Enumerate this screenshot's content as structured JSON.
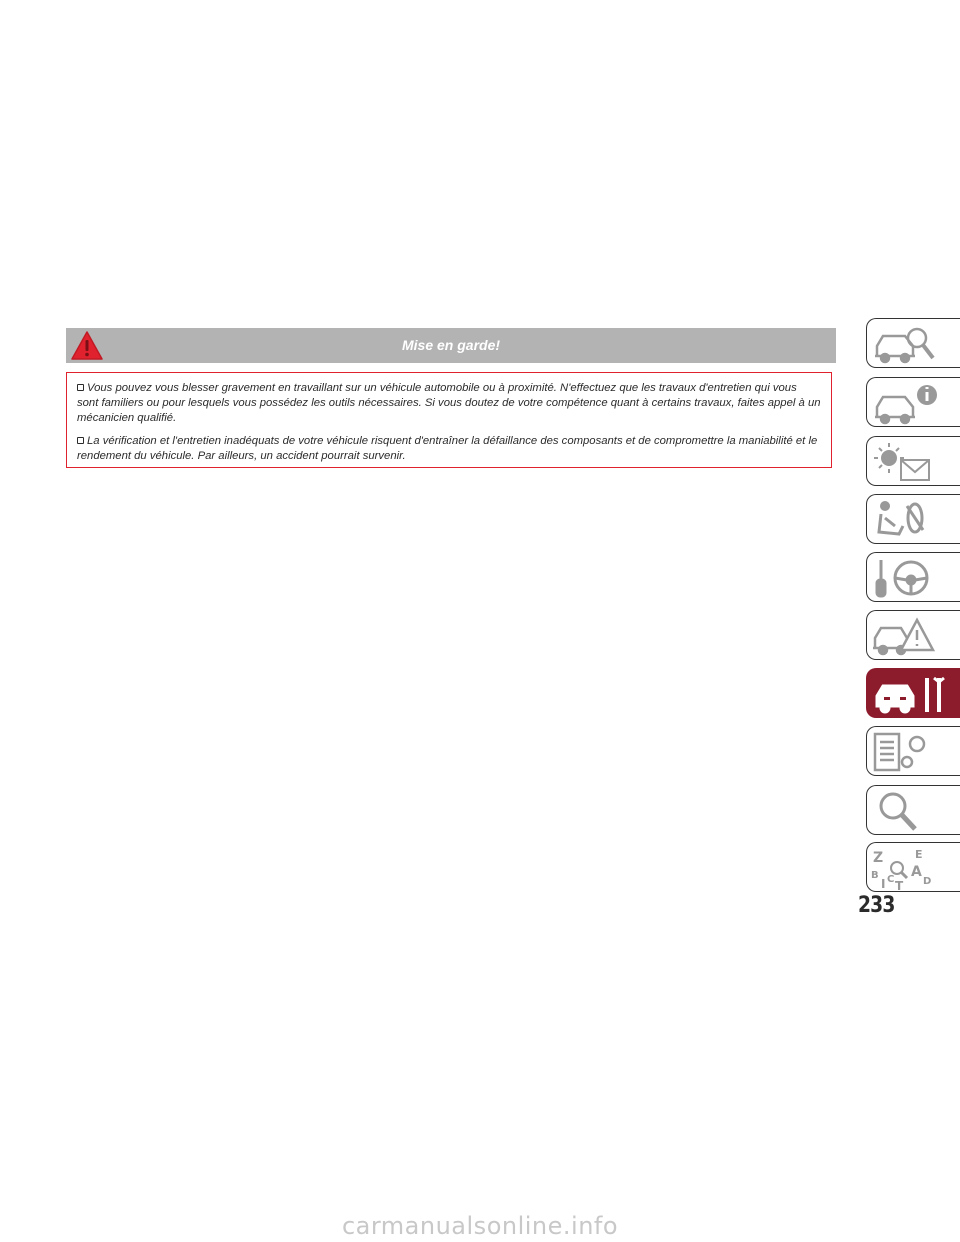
{
  "warning": {
    "title": "Mise en garde!",
    "paragraphs": [
      "Vous pouvez vous blesser gravement en travaillant sur un véhicule automobile ou à proximité. N'effectuez que les travaux d'entretien qui vous sont familiers ou pour lesquels vous possédez les outils nécessaires. Si vous doutez de votre compétence quant à certains travaux, faites appel à un mécanicien qualifié.",
      "La vérification et l'entretien inadéquats de votre véhicule risquent d'entraîner la défaillance des composants et de compromettre la maniabilité et le rendement du véhicule. Par ailleurs, un accident pourrait survenir."
    ],
    "accent_color": "#e0222e",
    "header_color": "#b3b3b3"
  },
  "sidebar": {
    "active_color": "#8c1b2c",
    "tabs": [
      {
        "icon": "car-search-icon",
        "active": false
      },
      {
        "icon": "car-info-icon",
        "active": false
      },
      {
        "icon": "light-message-icon",
        "active": false
      },
      {
        "icon": "seat-airbag-icon",
        "active": false
      },
      {
        "icon": "key-steering-wheel-icon",
        "active": false
      },
      {
        "icon": "car-warning-icon",
        "active": false
      },
      {
        "icon": "car-wrench-icon",
        "active": true
      },
      {
        "icon": "list-gears-icon",
        "active": false
      },
      {
        "icon": "magnifier-icon",
        "active": false
      },
      {
        "icon": "alphabet-index-icon",
        "active": false
      }
    ]
  },
  "page_number": "233",
  "watermark": "carmanualsonline.info"
}
